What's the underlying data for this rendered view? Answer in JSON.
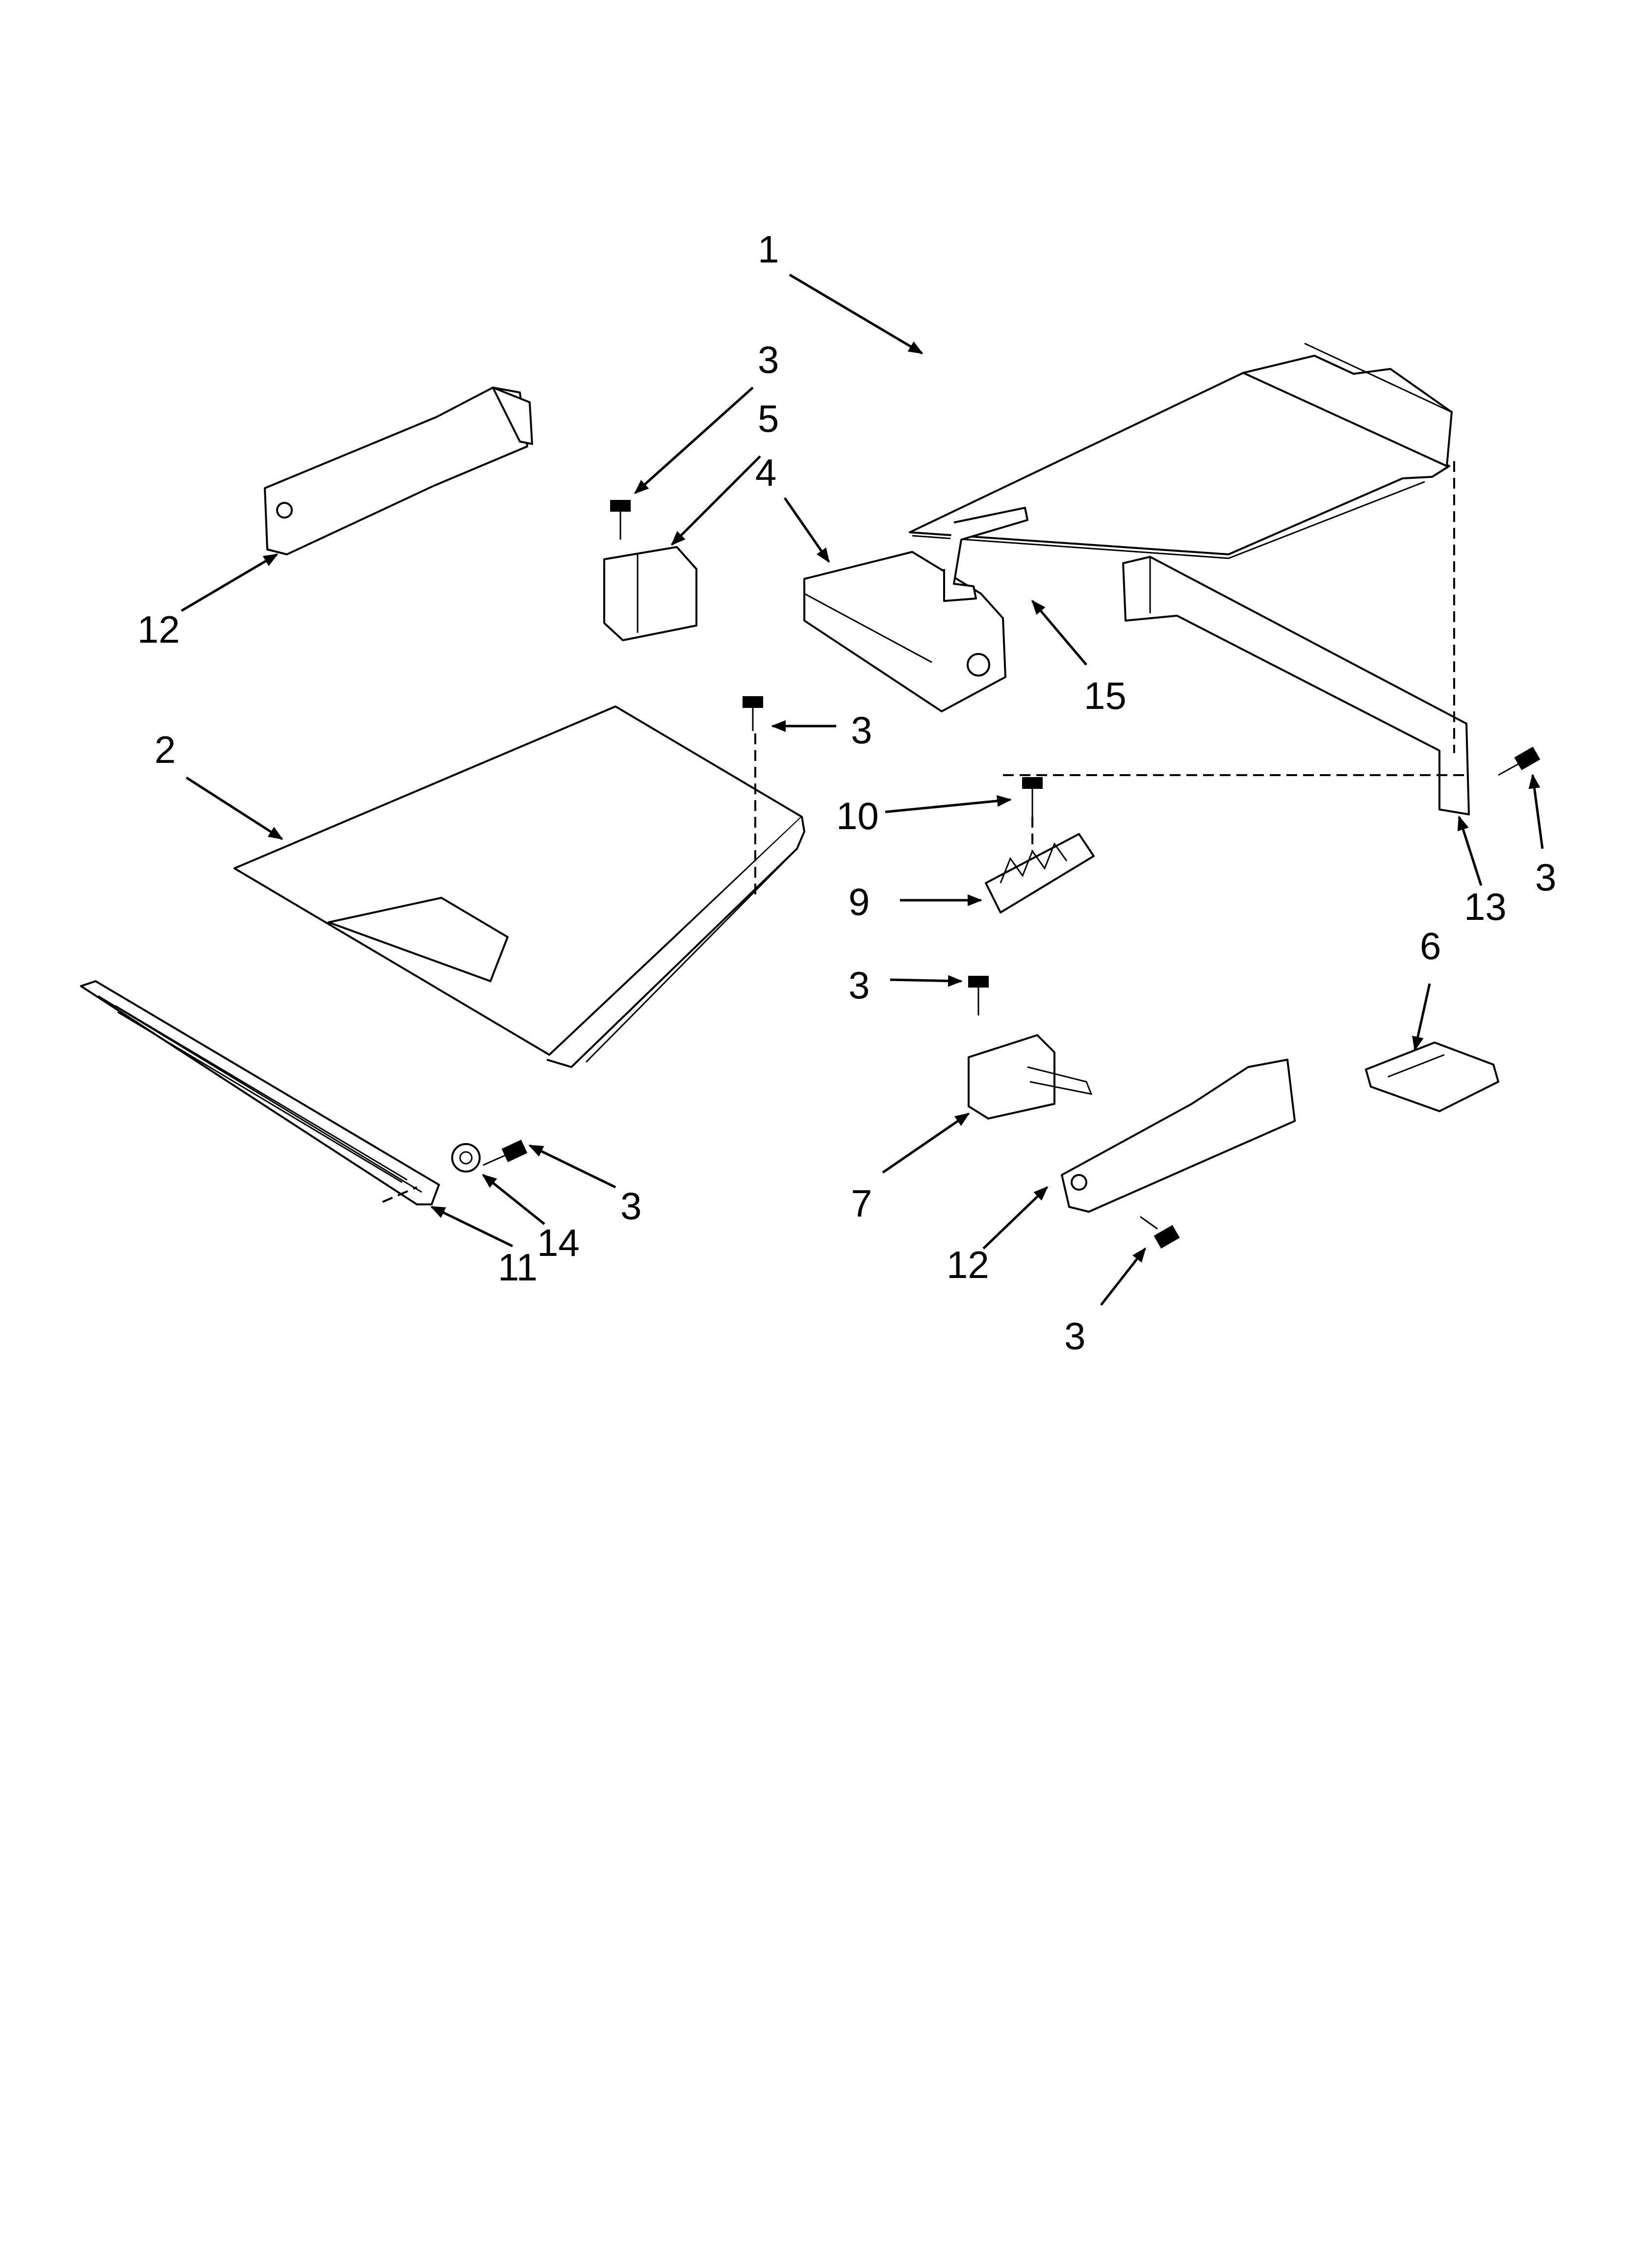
{
  "callouts": {
    "c1": "1",
    "c2": "2",
    "c3a": "3",
    "c3b": "3",
    "c3c": "3",
    "c3d": "3",
    "c3e": "3",
    "c3f": "3",
    "c4": "4",
    "c5": "5",
    "c6": "6",
    "c7": "7",
    "c9": "9",
    "c10": "10",
    "c11": "11",
    "c12a": "12",
    "c12b": "12",
    "c13": "13",
    "c14": "14",
    "c15": "15"
  }
}
